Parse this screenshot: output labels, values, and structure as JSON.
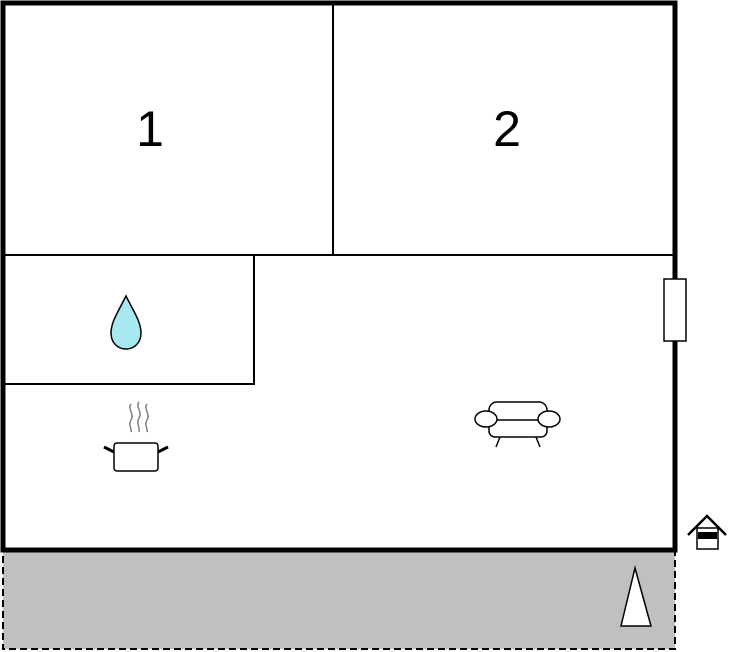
{
  "floorplan": {
    "rooms": [
      {
        "label": "1",
        "kind": "bedroom"
      },
      {
        "label": "2",
        "kind": "bedroom"
      },
      {
        "label": "",
        "kind": "bathroom",
        "icon": "water-drop-icon"
      },
      {
        "label": "",
        "kind": "living-kitchen",
        "icons": [
          "cooking-pot-icon",
          "sofa-icon"
        ]
      }
    ],
    "terrace": {
      "kind": "terrace"
    },
    "entrance": {
      "icon": "entrance-house-icon"
    },
    "compass": {
      "icon": "north-arrow-icon"
    },
    "window": {
      "icon": "window-icon"
    },
    "colors": {
      "wall": "#000000",
      "water": "#a8e8f0",
      "terrace": "#c0c0c0",
      "steam": "#808080",
      "background": "#ffffff"
    }
  }
}
